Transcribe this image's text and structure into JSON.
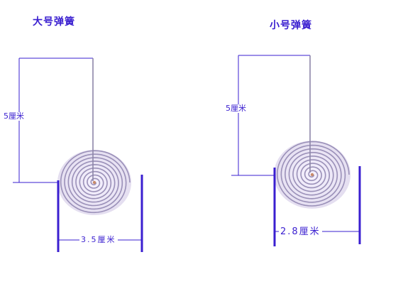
{
  "large_spring": {
    "title": "大号弹簧",
    "height_label": "5厘米",
    "width_label": "3.5厘米"
  },
  "small_spring": {
    "title": "小号弹簧",
    "height_label": "5厘米",
    "width_label": "2.8厘米"
  },
  "colors": {
    "dimension_line": "#3a1fd0",
    "spring_wire": "#9a90b8"
  }
}
